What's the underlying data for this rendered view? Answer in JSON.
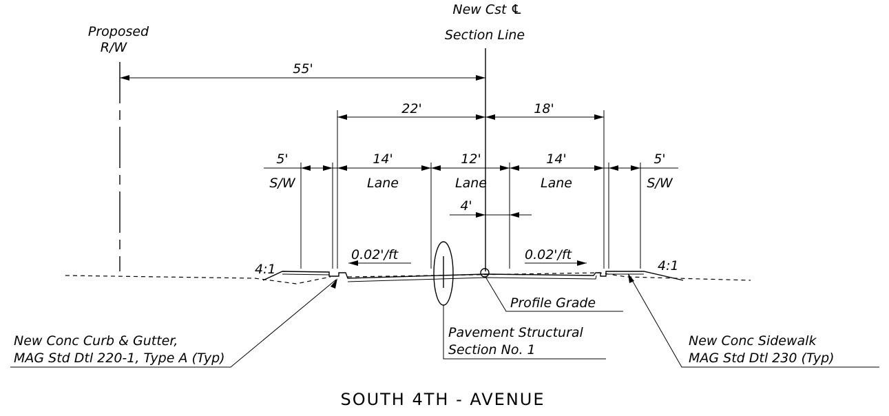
{
  "labels": {
    "proposed_rw_1": "Proposed",
    "proposed_rw_2": "R/W",
    "centerline_1": "New Cst ℄",
    "centerline_2": "Section Line",
    "dim_55": "55'",
    "dim_22": "22'",
    "dim_18": "18'",
    "dim_sw_left": "5'",
    "sw_left": "S/W",
    "dim_lane_left": "14'",
    "lane_left": "Lane",
    "dim_lane_center": "12'",
    "lane_center": "Lane",
    "dim_lane_right": "14'",
    "lane_right": "Lane",
    "dim_sw_right": "5'",
    "sw_right": "S/W",
    "dim_4": "4'",
    "slope_left": "4:1",
    "slope_right": "4:1",
    "cross_slope_left": "0.02'/ft",
    "cross_slope_right": "0.02'/ft",
    "profile_grade": "Profile Grade",
    "pavement_1": "Pavement Structural",
    "pavement_2": "Section No. 1",
    "curb_1": "New Conc Curb & Gutter,",
    "curb_2": "MAG Std Dtl 220-1, Type A (Typ)",
    "sidewalk_1": "New Conc Sidewalk",
    "sidewalk_2": "MAG Std Dtl 230 (Typ)",
    "title": "SOUTH 4TH - AVENUE"
  }
}
